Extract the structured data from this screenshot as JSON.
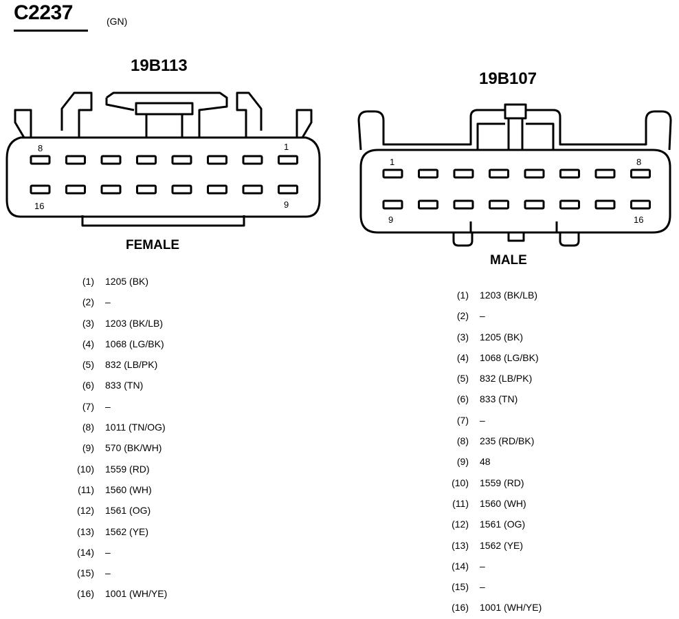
{
  "connector": {
    "id": "C2237",
    "color": "(GN)"
  },
  "left": {
    "part": "19B113",
    "gender": "FEMALE",
    "corner_labels": {
      "top_left": "8",
      "top_right": "1",
      "bottom_left": "16",
      "bottom_right": "9"
    },
    "pins": [
      {
        "num": "(1)",
        "circuit": "1205 (BK)"
      },
      {
        "num": "(2)",
        "circuit": "–"
      },
      {
        "num": "(3)",
        "circuit": "1203 (BK/LB)"
      },
      {
        "num": "(4)",
        "circuit": "1068 (LG/BK)"
      },
      {
        "num": "(5)",
        "circuit": "832 (LB/PK)"
      },
      {
        "num": "(6)",
        "circuit": "833 (TN)"
      },
      {
        "num": "(7)",
        "circuit": "–"
      },
      {
        "num": "(8)",
        "circuit": "1011 (TN/OG)"
      },
      {
        "num": "(9)",
        "circuit": "570 (BK/WH)"
      },
      {
        "num": "(10)",
        "circuit": "1559 (RD)"
      },
      {
        "num": "(11)",
        "circuit": "1560 (WH)"
      },
      {
        "num": "(12)",
        "circuit": "1561 (OG)"
      },
      {
        "num": "(13)",
        "circuit": "1562 (YE)"
      },
      {
        "num": "(14)",
        "circuit": "–"
      },
      {
        "num": "(15)",
        "circuit": "–"
      },
      {
        "num": "(16)",
        "circuit": "1001 (WH/YE)"
      }
    ]
  },
  "right": {
    "part": "19B107",
    "gender": "MALE",
    "corner_labels": {
      "top_left": "1",
      "top_right": "8",
      "bottom_left": "9",
      "bottom_right": "16"
    },
    "pins": [
      {
        "num": "(1)",
        "circuit": "1203 (BK/LB)"
      },
      {
        "num": "(2)",
        "circuit": "–"
      },
      {
        "num": "(3)",
        "circuit": "1205 (BK)"
      },
      {
        "num": "(4)",
        "circuit": "1068 (LG/BK)"
      },
      {
        "num": "(5)",
        "circuit": "832 (LB/PK)"
      },
      {
        "num": "(6)",
        "circuit": "833 (TN)"
      },
      {
        "num": "(7)",
        "circuit": "–"
      },
      {
        "num": "(8)",
        "circuit": "235 (RD/BK)"
      },
      {
        "num": "(9)",
        "circuit": "48"
      },
      {
        "num": "(10)",
        "circuit": "1559 (RD)"
      },
      {
        "num": "(11)",
        "circuit": "1560 (WH)"
      },
      {
        "num": "(12)",
        "circuit": "1561 (OG)"
      },
      {
        "num": "(13)",
        "circuit": "1562 (YE)"
      },
      {
        "num": "(14)",
        "circuit": "–"
      },
      {
        "num": "(15)",
        "circuit": "–"
      },
      {
        "num": "(16)",
        "circuit": "1001 (WH/YE)"
      }
    ]
  }
}
